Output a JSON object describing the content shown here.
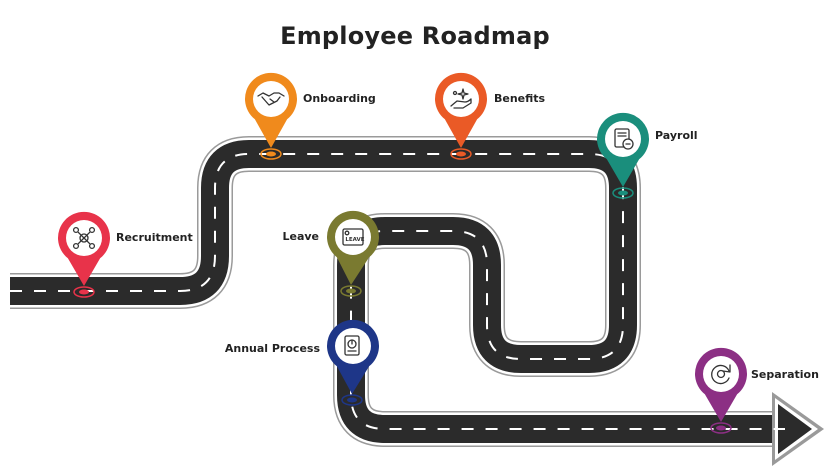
{
  "title": "Employee Roadmap",
  "colors": {
    "road": "#2b2b2b",
    "road_edge": "#ffffff",
    "road_outline": "#9a9a9a",
    "dash": "#ffffff"
  },
  "milestones": [
    {
      "label": "Recruitment",
      "color": "#e8334a",
      "icon": "network-gear-icon"
    },
    {
      "label": "Onboarding",
      "color": "#f08a1c",
      "icon": "handshake-icon"
    },
    {
      "label": "Benefits",
      "color": "#ea5a26",
      "icon": "hand-sparkle-icon"
    },
    {
      "label": "Payroll",
      "color": "#1a8e7c",
      "icon": "payroll-document-icon"
    },
    {
      "label": "Leave",
      "color": "#7a7a30",
      "icon": "leave-card-icon",
      "icon_text": "LEAVE"
    },
    {
      "label": "Annual Process",
      "color": "#1e3688",
      "icon": "report-chart-icon"
    },
    {
      "label": "Separation",
      "color": "#8c2f84",
      "icon": "refresh-gear-icon"
    }
  ]
}
